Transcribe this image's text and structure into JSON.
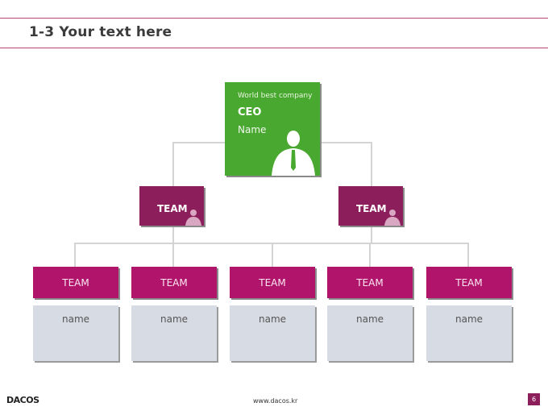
{
  "header": {
    "title": "1-3 Your text here"
  },
  "ceo": {
    "tagline": "World best company",
    "role": "CEO",
    "name": "Name"
  },
  "teams": [
    {
      "label": "TEAM"
    },
    {
      "label": "TEAM"
    }
  ],
  "subteams": [
    {
      "label": "TEAM",
      "name": "name"
    },
    {
      "label": "TEAM",
      "name": "name"
    },
    {
      "label": "TEAM",
      "name": "name"
    },
    {
      "label": "TEAM",
      "name": "name"
    },
    {
      "label": "TEAM",
      "name": "name"
    }
  ],
  "footer": {
    "logo": "DACOS",
    "url": "www.dacos.kr",
    "page": "6"
  },
  "colors": {
    "accent": "#8b1e5b",
    "ceo": "#49a82f",
    "subteam": "#b0156b",
    "card": "#d7dbe3"
  }
}
